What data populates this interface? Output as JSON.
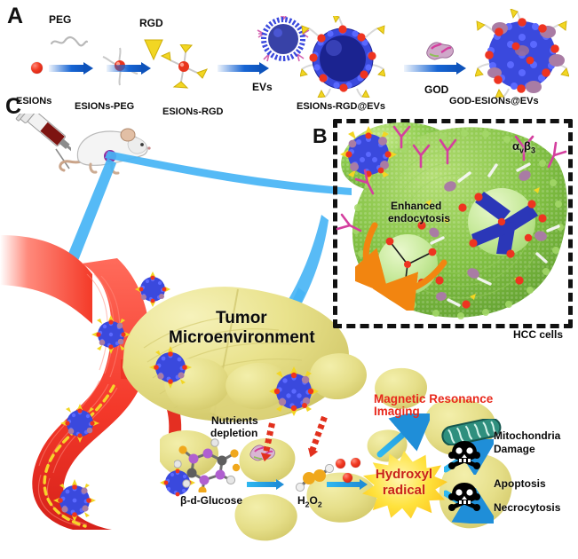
{
  "figure": {
    "panels": [
      {
        "id": "A",
        "letter": "A"
      },
      {
        "id": "B",
        "letter": "B"
      },
      {
        "id": "C",
        "letter": "C"
      }
    ]
  },
  "panel_a": {
    "letter": "A",
    "reagents": [
      {
        "name": "peg-label",
        "label": "PEG"
      },
      {
        "name": "rgd-label",
        "label": "RGD"
      },
      {
        "name": "evs-label",
        "label": "EVs"
      },
      {
        "name": "god-label",
        "label": "GOD"
      }
    ],
    "products": [
      {
        "name": "esions",
        "label": "ESIONs"
      },
      {
        "name": "esions-peg",
        "label": "ESIONs-PEG"
      },
      {
        "name": "esions-rgd",
        "label": "ESIONs-RGD"
      },
      {
        "name": "esions-rgd-evs",
        "label": "ESIONs-RGD@EVs"
      },
      {
        "name": "god-esions-evs",
        "label": "GOD-ESIONs@EVs"
      }
    ]
  },
  "panel_b": {
    "letter": "B",
    "integrin_alpha": "α",
    "integrin_alpha_sub": "v",
    "integrin_beta": "β",
    "integrin_beta_sub": "3",
    "endocytosis_line1": "Enhanced",
    "endocytosis_line2": "endocytosis",
    "cells_label": "HCC cells"
  },
  "panel_c": {
    "letter": "C",
    "tumor_line1": "Tumor",
    "tumor_line2": "Microenvironment",
    "nutrients_line1": "Nutrients",
    "nutrients_line2": "depletion",
    "glucose_label": "β-d-Glucose",
    "peroxide_label_parts": {
      "h": "H",
      "two_a": "2",
      "o": "O",
      "two_b": "2"
    },
    "peroxide_label": "H2O2",
    "mri_line1": "Magnetic Resonance",
    "mri_line2": "Imaging",
    "radical_line1": "Hydroxyl",
    "radical_line2": "radical",
    "outcomes": [
      {
        "name": "mitochondria-damage",
        "line1": "Mitochondria",
        "line2": "Damage"
      },
      {
        "name": "apoptosis",
        "line1": "Apoptosis",
        "line2": ""
      },
      {
        "name": "necrocytosis",
        "line1": "Necrocytosis",
        "line2": ""
      }
    ]
  },
  "colors": {
    "arrow_blue": "#1765d4",
    "arrow_cyan": "#1f8ed8",
    "mri_red": "#e8291c",
    "radical_red": "#c9221a",
    "esion_red": "#f23d25",
    "nanoparticle_blue": "#3040e0",
    "rgd_yellow": "#f2d623",
    "cell_green": "#8cc84b",
    "integrin_magenta": "#d43f9e",
    "tumor_yellow": "#e8e28b",
    "vessel_red": "#f43a28",
    "god_purple": "#a97ca4",
    "starburst_yellow": "#ffe23d",
    "mitochondria_teal": "#2f8f7e",
    "dashed_box_black": "#111111"
  }
}
